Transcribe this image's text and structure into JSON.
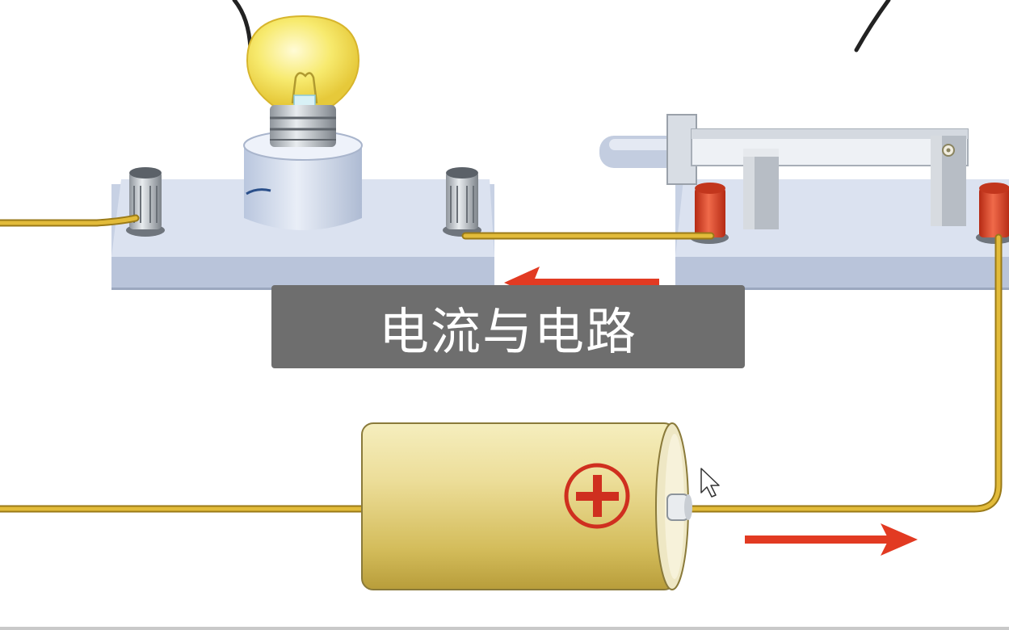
{
  "caption": {
    "text": "电流与电路"
  },
  "components": [
    {
      "id": "lamp",
      "name": "light-bulb-on-base"
    },
    {
      "id": "switch",
      "name": "knife-switch"
    },
    {
      "id": "battery",
      "name": "battery-cell",
      "terminal_symbol": "plus-in-circle"
    }
  ],
  "current_arrows": [
    {
      "id": "upper",
      "direction": "left"
    },
    {
      "id": "lower",
      "direction": "right"
    }
  ],
  "colors": {
    "wire": "#e2bb3a",
    "wire_edge": "#9a7a18",
    "base": "#d7dfee",
    "arrow": "#e23a22",
    "bulb": "#f6e56a",
    "battery": "#e8d889",
    "terminal_red": "#e0452b",
    "caption_bg": "#6e6e6e"
  }
}
